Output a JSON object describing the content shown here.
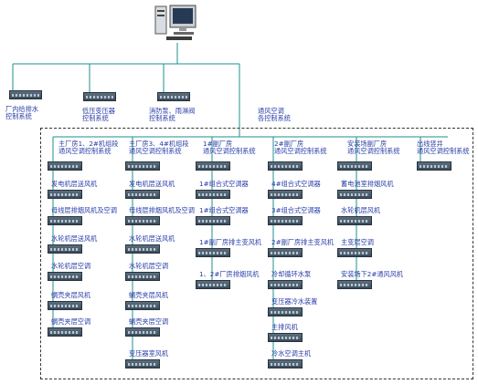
{
  "colors": {
    "line": "#1f8f8f",
    "text": "#2a3ea8",
    "device": "#4a5a68",
    "dashed_border": "#333333"
  },
  "top_icon": "computer-workstation-icon",
  "subsystems_top": [
    {
      "id": "sub1",
      "label": "厂内给排水\n控制系统"
    },
    {
      "id": "sub2",
      "label": "低压变压器\n控制系统"
    },
    {
      "id": "sub3",
      "label": "消防泵、雨淋阀\n控制系统"
    }
  ],
  "group_title": "通风空调\n各控制系统",
  "columns": [
    {
      "id": "col1",
      "header": "主厂房1、2#机组段\n通风空调控制系统",
      "items": [
        "发电机层送风机",
        "母线层排烟风机及空调",
        "水轮机层送风机",
        "水轮机层空调",
        "蜗壳夹层风机",
        "蜗壳夹层空调"
      ]
    },
    {
      "id": "col2",
      "header": "主厂房3、4#机组段\n通风空调控制系统",
      "items": [
        "发电机层送风机",
        "母线层排烟风机及空调",
        "水轮机层送风机",
        "水轮机层空调",
        "蜗壳夹层风机",
        "蜗壳夹层空调",
        "变压器室风机"
      ]
    },
    {
      "id": "col3",
      "header": "1#副厂房\n通风空调控制系统",
      "items": [
        "1#组合式空调器",
        "1#组合式空调器",
        "1#副厂房排主变风机",
        "1、2#厂房排烟风机"
      ]
    },
    {
      "id": "col4",
      "header": "2#副厂房\n通风空调控制系统",
      "items": [
        "4#组合式空调器",
        "3#组合式空调器",
        "2#副厂房排主变风机",
        "冷却循环水泵",
        "变压器冷水装置",
        "主排风机",
        "冷水空调主机"
      ]
    },
    {
      "id": "col5",
      "header": "安装场副厂房\n通风空调控制系统",
      "items": [
        "蓄电池室排烟风机",
        "水轮机层风机",
        "主变层空调",
        "安装场下2#通风风机"
      ]
    },
    {
      "id": "col6",
      "header": "出线竖井\n通风空调控制系统",
      "items": []
    }
  ]
}
